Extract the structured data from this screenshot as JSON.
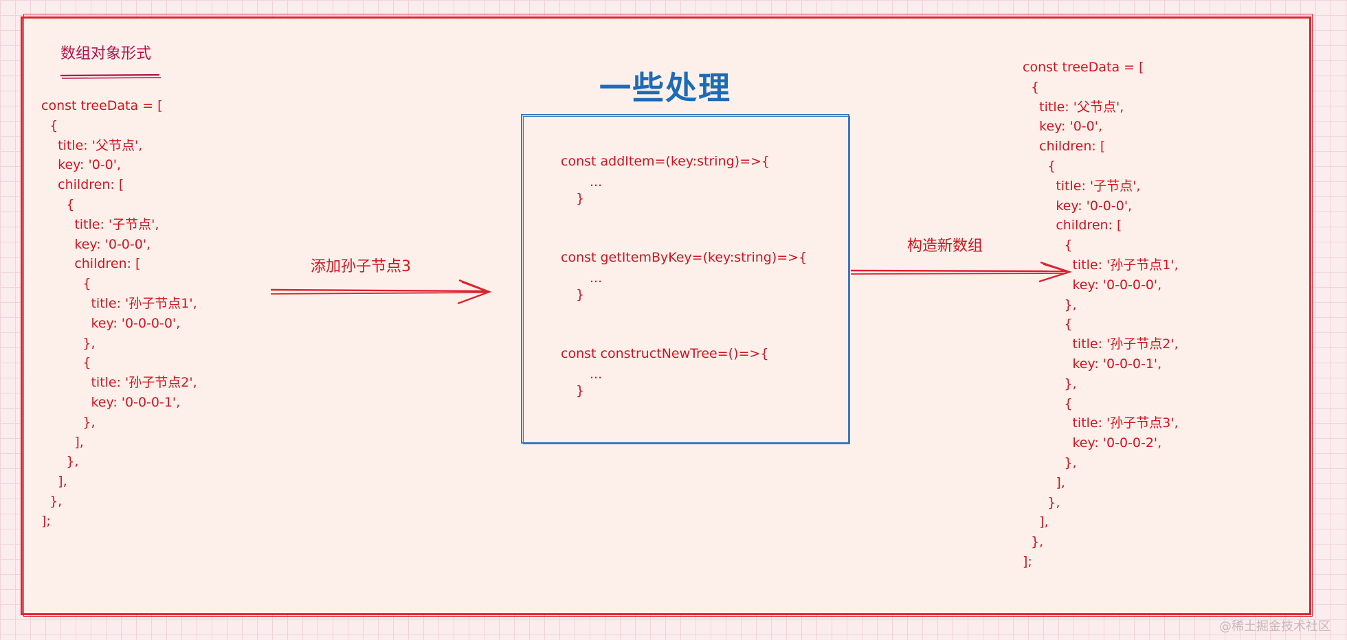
{
  "left_panel": {
    "title": "数组对象形式",
    "code": "const treeData = [\n  {\n    title: '父节点',\n    key: '0-0',\n    children: [\n      {\n        title: '子节点',\n        key: '0-0-0',\n        children: [\n          {\n            title: '孙子节点1',\n            key: '0-0-0-0',\n          },\n          {\n            title: '孙子节点2',\n            key: '0-0-0-1',\n          },\n        ],\n      },\n    ],\n  },\n];"
  },
  "arrow_left": {
    "label": "添加孙子节点3"
  },
  "process": {
    "title": "一些处理",
    "functions": [
      {
        "signature": "const addItem=(key:string)=>{",
        "body": "...",
        "close": "}"
      },
      {
        "signature": "const getItemByKey=(key:string)=>{",
        "body": "...",
        "close": "}"
      },
      {
        "signature": "const constructNewTree=()=>{",
        "body": "...",
        "close": "}"
      }
    ]
  },
  "arrow_right": {
    "label": "构造新数组"
  },
  "right_panel": {
    "code": "const treeData = [\n  {\n    title: '父节点',\n    key: '0-0',\n    children: [\n      {\n        title: '子节点',\n        key: '0-0-0',\n        children: [\n          {\n            title: '孙子节点1',\n            key: '0-0-0-0',\n          },\n          {\n            title: '孙子节点2',\n            key: '0-0-0-1',\n          },\n          {\n            title: '孙子节点3',\n            key: '0-0-0-2',\n          },\n        ],\n      },\n    ],\n  },\n];"
  },
  "watermark": "@稀土掘金技术社区",
  "colors": {
    "stroke_red": "#e0202e",
    "code_red": "#d3131f",
    "title_blue": "#1d6ab5",
    "box_blue": "#3a78c0",
    "label_crimson": "#b3124a",
    "canvas": "#fdf0ea"
  }
}
